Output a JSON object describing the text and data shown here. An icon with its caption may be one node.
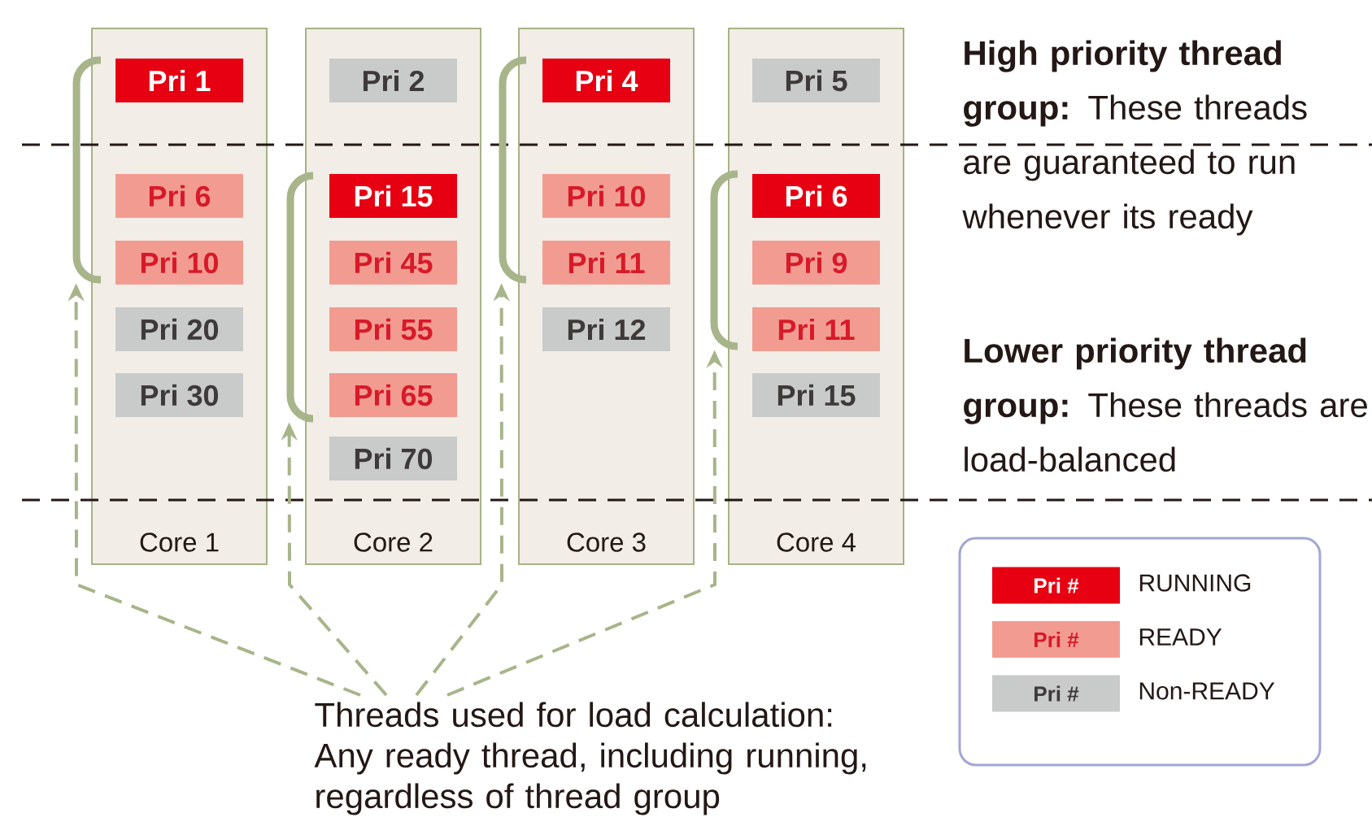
{
  "diagram": {
    "nodes": [
      {
        "text": [
          "Core 1"
        ]
      },
      {
        "text": [
          "Pri 1"
        ],
        "in": 0
      },
      {
        "text": [
          "Pri 6"
        ],
        "in": 0
      },
      {
        "text": [
          "Pri 10"
        ],
        "in": 0
      },
      {
        "text": [
          "Pri 20"
        ],
        "in": 0
      },
      {
        "text": [
          "Pri 30"
        ],
        "in": 0
      },
      {
        "text": [
          "Core 2"
        ]
      },
      {
        "text": [
          "Pri 2"
        ],
        "in": 6
      },
      {
        "text": [
          "Pri 15"
        ],
        "in": 6
      },
      {
        "text": [
          "Pri 45"
        ],
        "in": 6
      },
      {
        "text": [
          "Pri 55"
        ],
        "in": 6
      },
      {
        "text": [
          "Pri 65"
        ],
        "in": 6
      },
      {
        "text": [
          "Pri 70"
        ],
        "in": 6
      },
      {
        "text": [
          "Core 3"
        ]
      },
      {
        "text": [
          "Pri 4"
        ],
        "in": 13
      },
      {
        "text": [
          "Pri 10"
        ],
        "in": 13
      },
      {
        "text": [
          "Pri 11"
        ],
        "in": 13
      },
      {
        "text": [
          "Pri 12"
        ],
        "in": 13
      },
      {
        "text": [
          "Core 4"
        ]
      },
      {
        "text": [
          "Pri 5"
        ],
        "in": 18
      },
      {
        "text": [
          "Pri 6"
        ],
        "in": 18
      },
      {
        "text": [
          "Pri 9"
        ],
        "in": 18
      },
      {
        "text": [
          "Pri 11"
        ],
        "in": 18
      },
      {
        "text": [
          "Pri 15"
        ],
        "in": 18
      },
      {
        "text": [],
        "shape": "bracket"
      },
      {
        "text": [],
        "shape": "bracket"
      },
      {
        "text": [],
        "shape": "bracket"
      },
      {
        "text": [],
        "shape": "bracket"
      },
      {
        "text": [
          "Threads used for load calculation:",
          "Any ready thread, including running, regardless of thread group"
        ]
      }
    ],
    "edges": [
      {
        "from": 28,
        "to": 24,
        "arrow": "to",
        "style": "dashed"
      },
      {
        "from": 28,
        "to": 25,
        "arrow": "to",
        "style": "dashed"
      },
      {
        "from": 28,
        "to": 26,
        "arrow": "to",
        "style": "dashed"
      },
      {
        "from": 28,
        "to": 27,
        "arrow": "to",
        "style": "dashed"
      }
    ],
    "labels": [
      "**High priority thread group:** These threads are guaranteed to run whenever its ready",
      "**Lower priority thread group:** These threads are load-balanced",
      "Pri #",
      "Pri #",
      "Pri #"
    ],
    "legend": [
      {
        "text": "RUNNING",
        "color": "#e60012"
      },
      {
        "text": "READY",
        "color": "#f29c91"
      },
      {
        "text": "Non-READY",
        "color": "#c9caca"
      }
    ]
  }
}
